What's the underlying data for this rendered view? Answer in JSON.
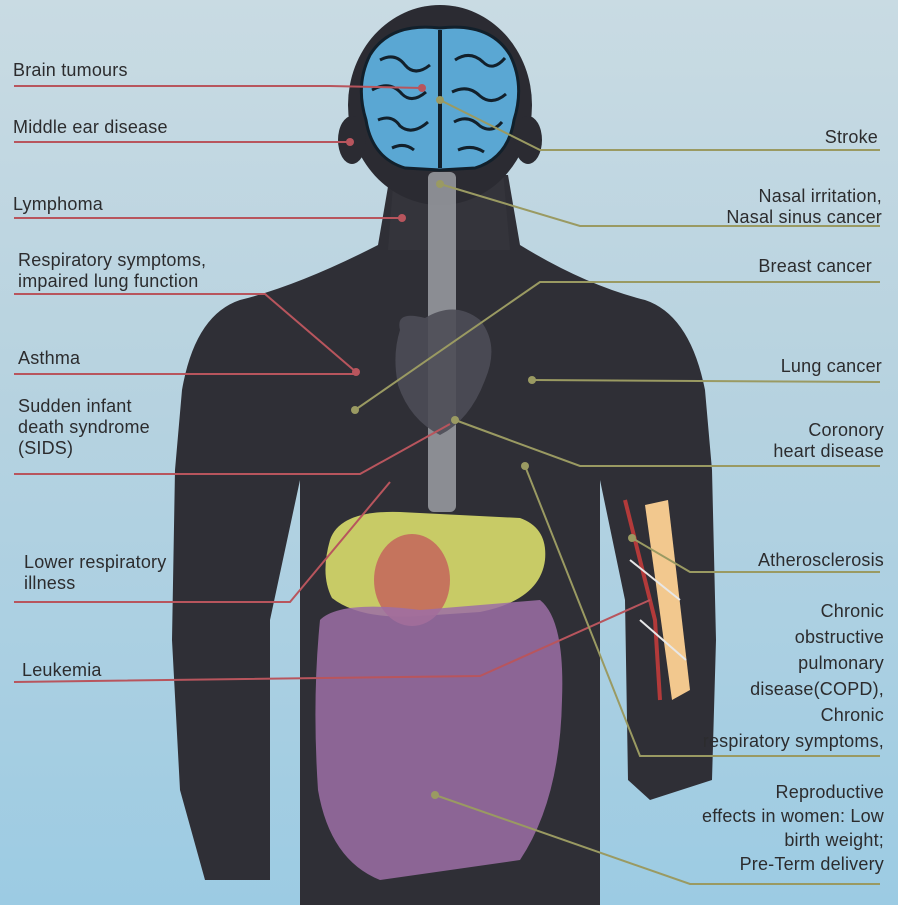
{
  "labels_left": [
    {
      "id": "brain-tumours",
      "text": "Brain tumours"
    },
    {
      "id": "middle-ear-disease",
      "text": "Middle ear disease"
    },
    {
      "id": "lymphoma",
      "text": "Lymphoma"
    },
    {
      "id": "respiratory-symptoms",
      "text": "Respiratory symptoms,\nimpaired lung function"
    },
    {
      "id": "asthma",
      "text": "Asthma"
    },
    {
      "id": "sids",
      "text": "Sudden infant\ndeath syndrome\n(SIDS)"
    },
    {
      "id": "lower-respiratory-illness",
      "text": "Lower respiratory\nillness"
    },
    {
      "id": "leukemia",
      "text": "Leukemia"
    }
  ],
  "labels_right": [
    {
      "id": "stroke",
      "text": "Stroke"
    },
    {
      "id": "nasal",
      "text": "Nasal irritation,\nNasal sinus cancer"
    },
    {
      "id": "breast-cancer",
      "text": "Breast cancer"
    },
    {
      "id": "lung-cancer",
      "text": "Lung cancer"
    },
    {
      "id": "coronory-heart-disease",
      "text": "Coronory\nheart disease"
    },
    {
      "id": "atherosclerosis",
      "text": "Atherosclerosis"
    },
    {
      "id": "copd",
      "text": "Chronic\nobstructive\npulmonary\ndisease(COPD),\nChronic\nrespiratory symptoms,"
    },
    {
      "id": "reproductive",
      "text": "Reproductive\neffects in women: Low\nbirth weight;\nPre-Term delivery"
    }
  ],
  "colors": {
    "body": "#2f2f36",
    "brain": "#5aa7d3",
    "liver": "#d6d96a",
    "intestine": "#9c6fa6",
    "spine": "#9b9ea3",
    "leader_red": "#b8555d",
    "leader_olive": "#9a9a62"
  }
}
